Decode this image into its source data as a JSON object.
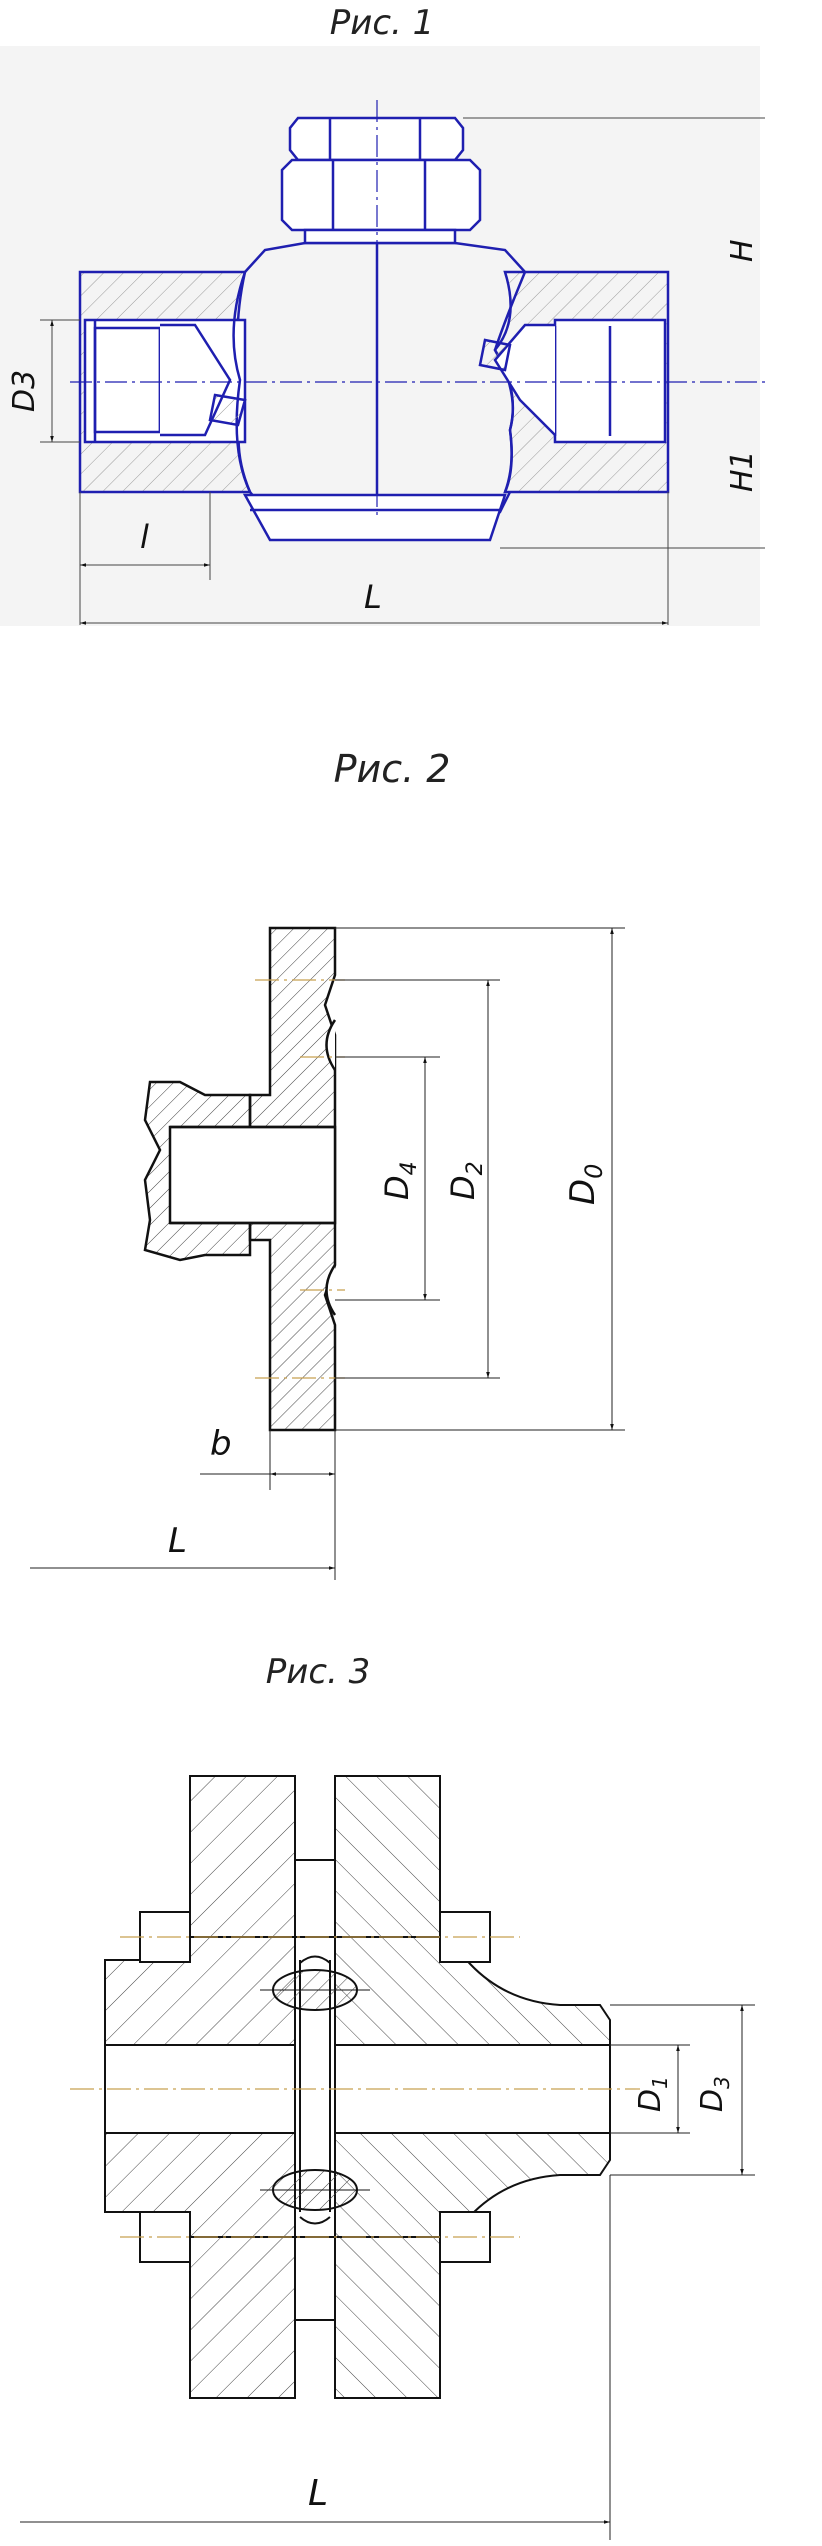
{
  "figures": [
    {
      "caption": "Рис. 1",
      "dimensions": {
        "H": "H",
        "H1": "H1",
        "D3": "D3",
        "l": "l",
        "L": "L"
      }
    },
    {
      "caption": "Рис. 2",
      "dimensions": {
        "D4": "D",
        "D4_sub": "4",
        "D2": "D",
        "D2_sub": "2",
        "D0": "D",
        "D0_sub": "0",
        "b": "b",
        "L": "L"
      }
    },
    {
      "caption": "Рис. 3",
      "dimensions": {
        "D1": "D",
        "D1_sub": "1",
        "D3": "D",
        "D3_sub": "3",
        "L": "L"
      }
    }
  ],
  "colors": {
    "fig1_line": "#1f1fb0",
    "fig1_hatch": "#8a8a8a",
    "line": "#111111",
    "centerline": "#c8a050",
    "hatch": "#555555"
  }
}
